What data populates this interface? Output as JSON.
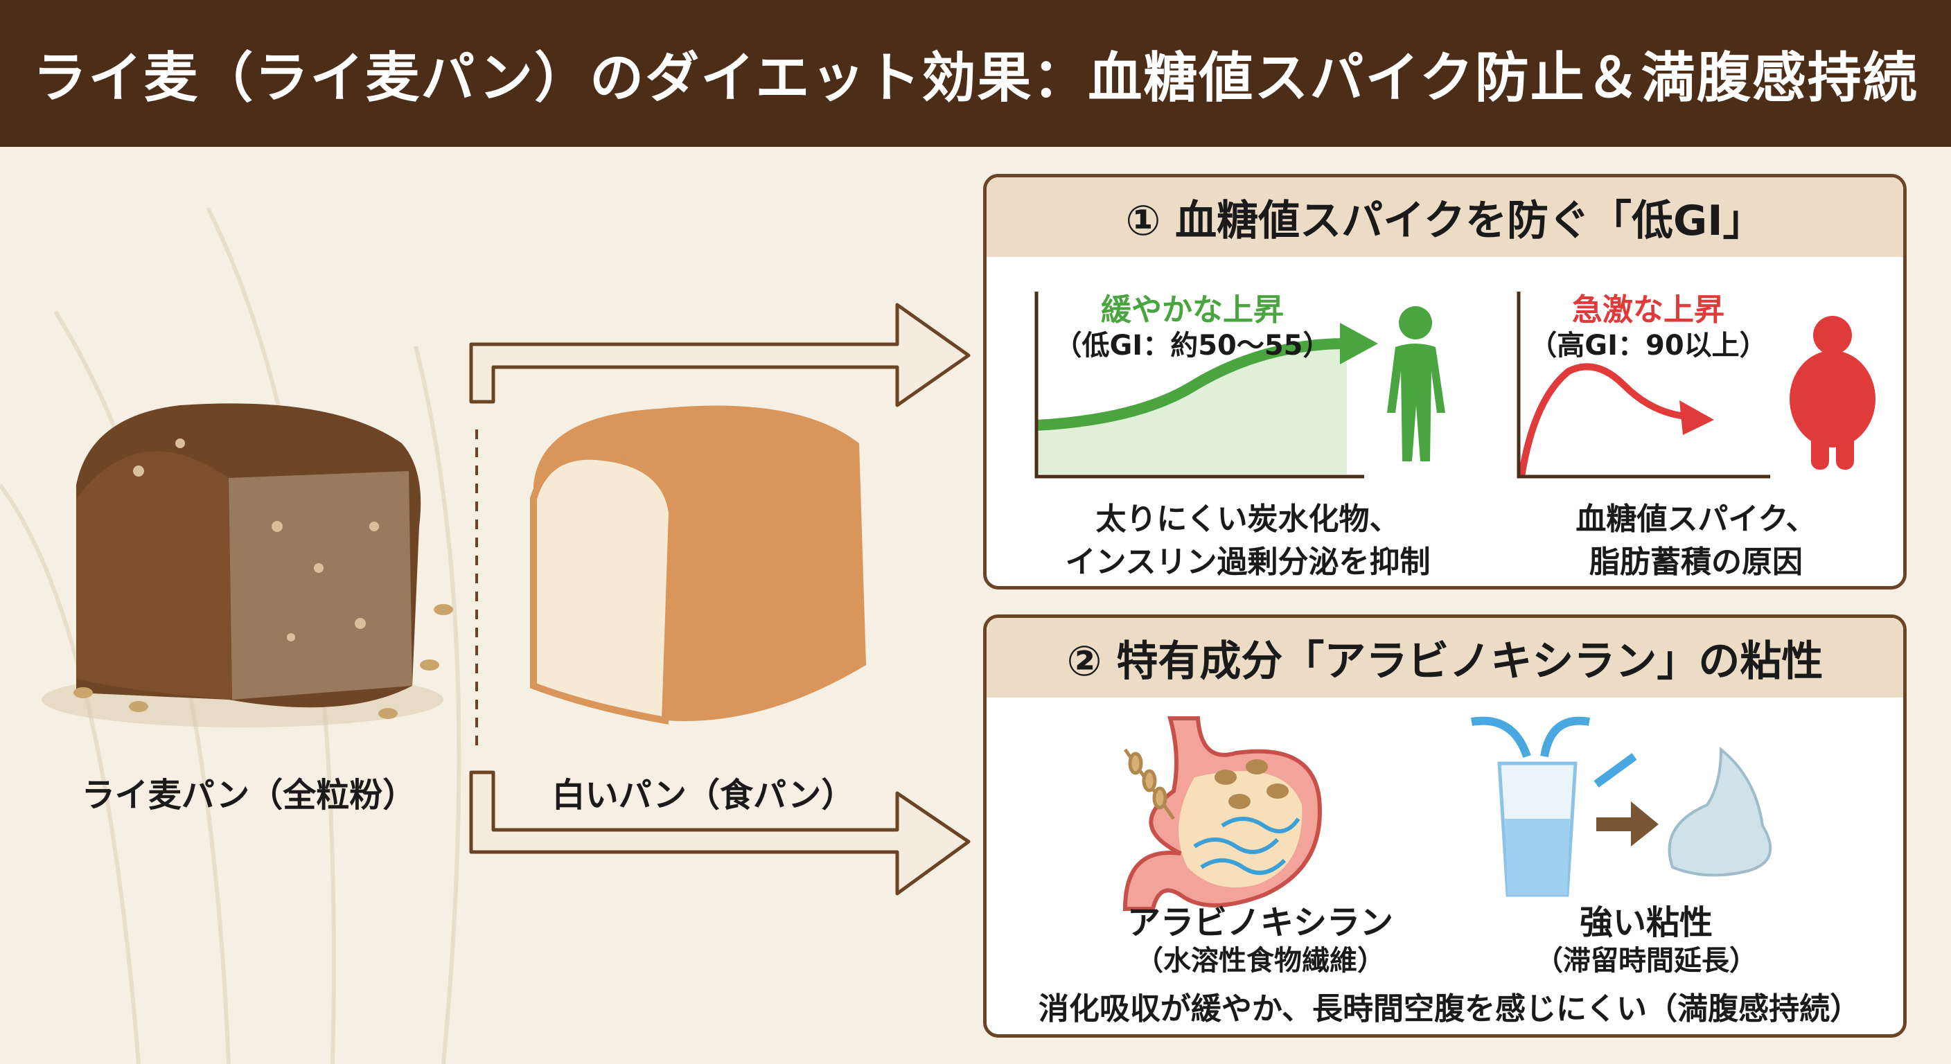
{
  "title": "ライ麦（ライ麦パン）のダイエット効果：血糖値スパイク防止＆満腹感持続",
  "breads": {
    "rye_label": "ライ麦パン（全粒粉）",
    "white_label": "白いパン（食パン）"
  },
  "section1": {
    "heading": "① 血糖値スパイクを防ぐ「低GI」",
    "low": {
      "title": "緩やかな上昇",
      "sub": "（低GI：約50〜55）",
      "caption_1": "太りにくい炭水化物、",
      "caption_2": "インスリン過剰分泌を抑制",
      "color": "#4aa540"
    },
    "high": {
      "title": "急激な上昇",
      "sub": "（高GI：90以上）",
      "caption_1": "血糖値スパイク、",
      "caption_2": "脂肪蓄積の原因",
      "color": "#e03a3a"
    }
  },
  "section2": {
    "heading": "② 特有成分「アラビノキシラン」の粘性",
    "left_title": "アラビノキシラン",
    "left_sub": "（水溶性食物繊維）",
    "right_title": "強い粘性",
    "right_sub": "（滞留時間延長）",
    "summary": "消化吸収が緩やか、長時間空腹を感じにくい（満腹感持続）"
  },
  "colors": {
    "header": "#4b2d18",
    "background": "#f6efe3",
    "panel_border": "#6b4426",
    "panel_header": "#ecdcc5"
  }
}
